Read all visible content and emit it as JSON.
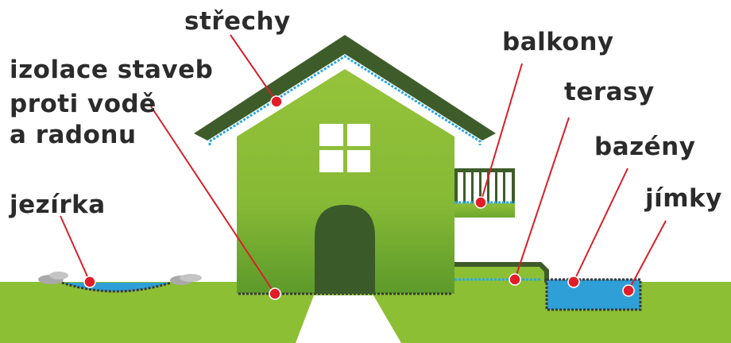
{
  "labels": {
    "strechy": "střechy",
    "izolace_line1": "izolace staveb",
    "izolace_line2": "proti vodě",
    "izolace_line3": "a radonu",
    "jezirka": "jezírka",
    "balkony": "balkony",
    "terasy": "terasy",
    "bazeny": "bazény",
    "jimky": "jímky"
  },
  "colors": {
    "grass": "#8cbf33",
    "house_light": "#95c33b",
    "house_dark": "#5d9a2a",
    "roof": "#3d5c2a",
    "door": "#3a5a2a",
    "water": "#2f9fd8",
    "insulation_dots": "#2aa7e0",
    "pointer_line": "#d6202a",
    "pointer_dot": "#e01e2a",
    "text": "#2b2b2b"
  }
}
